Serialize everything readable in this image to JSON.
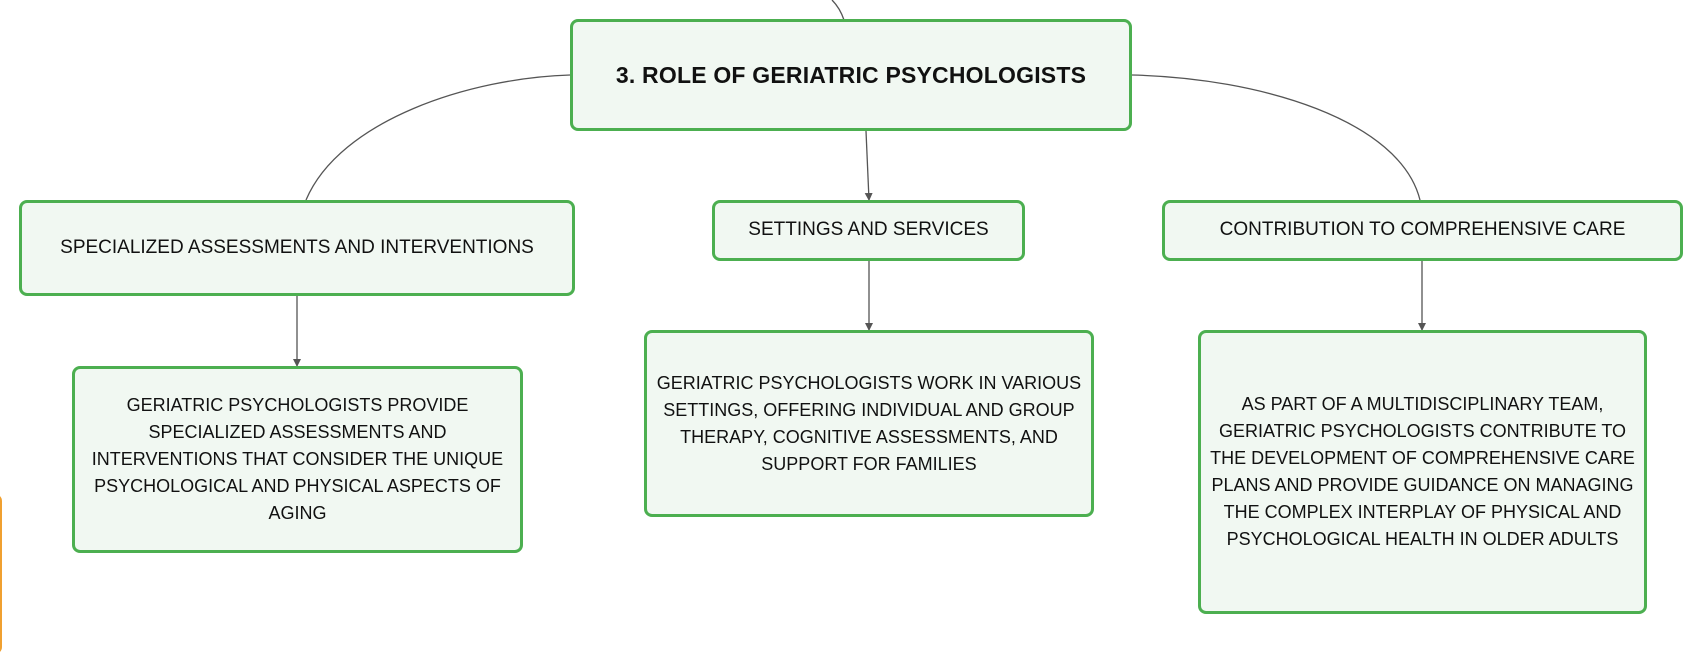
{
  "root": {
    "label": "3. ROLE OF GERIATRIC PSYCHOLOGISTS"
  },
  "branches": [
    {
      "label": "SPECIALIZED ASSESSMENTS AND INTERVENTIONS",
      "detail": "GERIATRIC PSYCHOLOGISTS PROVIDE SPECIALIZED ASSESSMENTS AND INTERVENTIONS THAT CONSIDER THE UNIQUE PSYCHOLOGICAL AND PHYSICAL ASPECTS OF AGING"
    },
    {
      "label": "SETTINGS AND SERVICES",
      "detail": "GERIATRIC PSYCHOLOGISTS WORK IN VARIOUS SETTINGS, OFFERING INDIVIDUAL AND GROUP THERAPY, COGNITIVE ASSESSMENTS, AND SUPPORT FOR FAMILIES"
    },
    {
      "label": "CONTRIBUTION TO COMPREHENSIVE CARE",
      "detail": "AS PART OF A MULTIDISCIPLINARY TEAM, GERIATRIC PSYCHOLOGISTS CONTRIBUTE TO THE DEVELOPMENT OF COMPREHENSIVE CARE PLANS AND PROVIDE GUIDANCE ON MANAGING THE COMPLEX INTERPLAY OF PHYSICAL AND PSYCHOLOGICAL HEALTH IN OLDER ADULTS"
    }
  ],
  "colors": {
    "node_border": "#4caf50",
    "node_fill": "#f1f8f2",
    "connector": "#555555",
    "accent_edge": "#f0a030"
  }
}
